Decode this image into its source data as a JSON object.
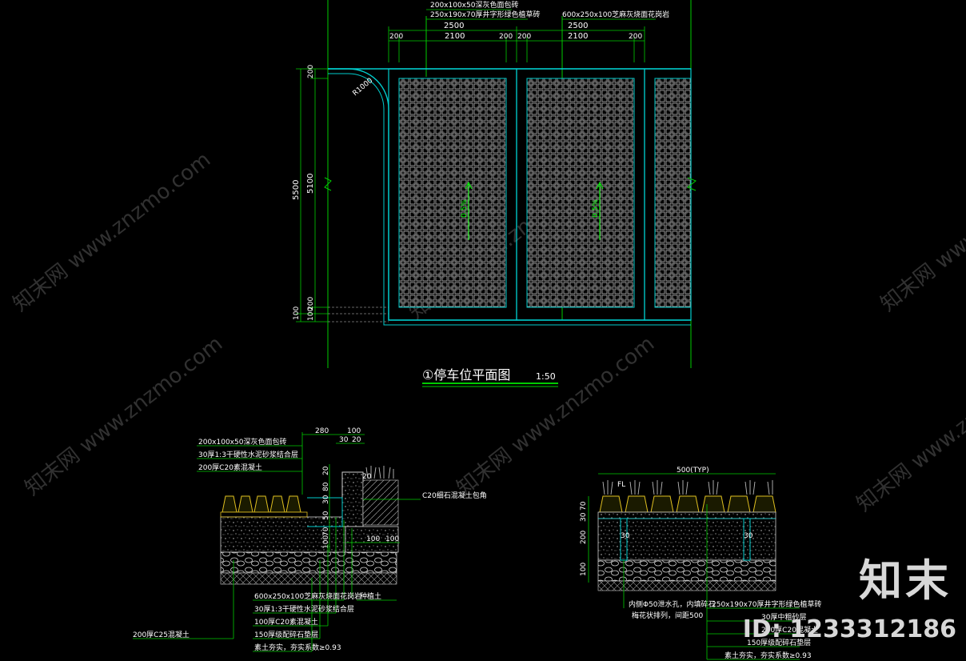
{
  "plan": {
    "title": "①停车位平面图",
    "scale": "1:50",
    "top_notes": [
      "200x100x50深灰色面包砖",
      "250x190x70厚井字形绿色植草砖",
      "600x250x100芝麻灰烧面花岗岩"
    ],
    "top_dims": [
      "2500",
      "2500",
      "200",
      "2100",
      "200",
      "200",
      "2100",
      "200"
    ],
    "left_dims": [
      "5500",
      "5100",
      "200",
      "100",
      "100",
      "200"
    ],
    "radius": "R1000",
    "slope": "0.5%"
  },
  "section_left": {
    "notes_top": [
      "200x100x50深灰色面包砖",
      "30厚1:3干硬性水泥砂浆结合层",
      "200厚C20素混凝土"
    ],
    "notes_bottom": [
      "600x250x100芝麻灰烧面花岗岩",
      "30厚1:3干硬性水泥砂浆结合层",
      "100厚C20素混凝土",
      "150厚级配碎石垫层",
      "素土夯实，夯实系数≥0.93"
    ],
    "side_note_right": "C20细石混凝土包角",
    "soil_label": "种植土",
    "left_note": "200厚C25混凝土",
    "dims": [
      "280",
      "100",
      "30",
      "20",
      "20",
      "80",
      "30",
      "50",
      "70",
      "100",
      "100",
      "100",
      "20"
    ]
  },
  "section_right": {
    "width_dim": "500(TYP)",
    "fl": "FL",
    "dims_left": [
      "70",
      "30",
      "200",
      "100"
    ],
    "dims_inner": [
      "30",
      "30"
    ],
    "notes_left": [
      "内侧Φ50泄水孔，内填碎石",
      "梅花状排列，间距500"
    ],
    "notes_right": [
      "250x190x70厚井字形绿色植草砖",
      "30厚中粗砂层",
      "200厚C20混凝土",
      "150厚级配碎石垫层",
      "素土夯实，夯实系数≥0.93"
    ]
  },
  "watermark": {
    "text": "知末网 www.znzmo.com"
  },
  "brand": {
    "name": "知末",
    "id": "ID: 1233312186"
  }
}
